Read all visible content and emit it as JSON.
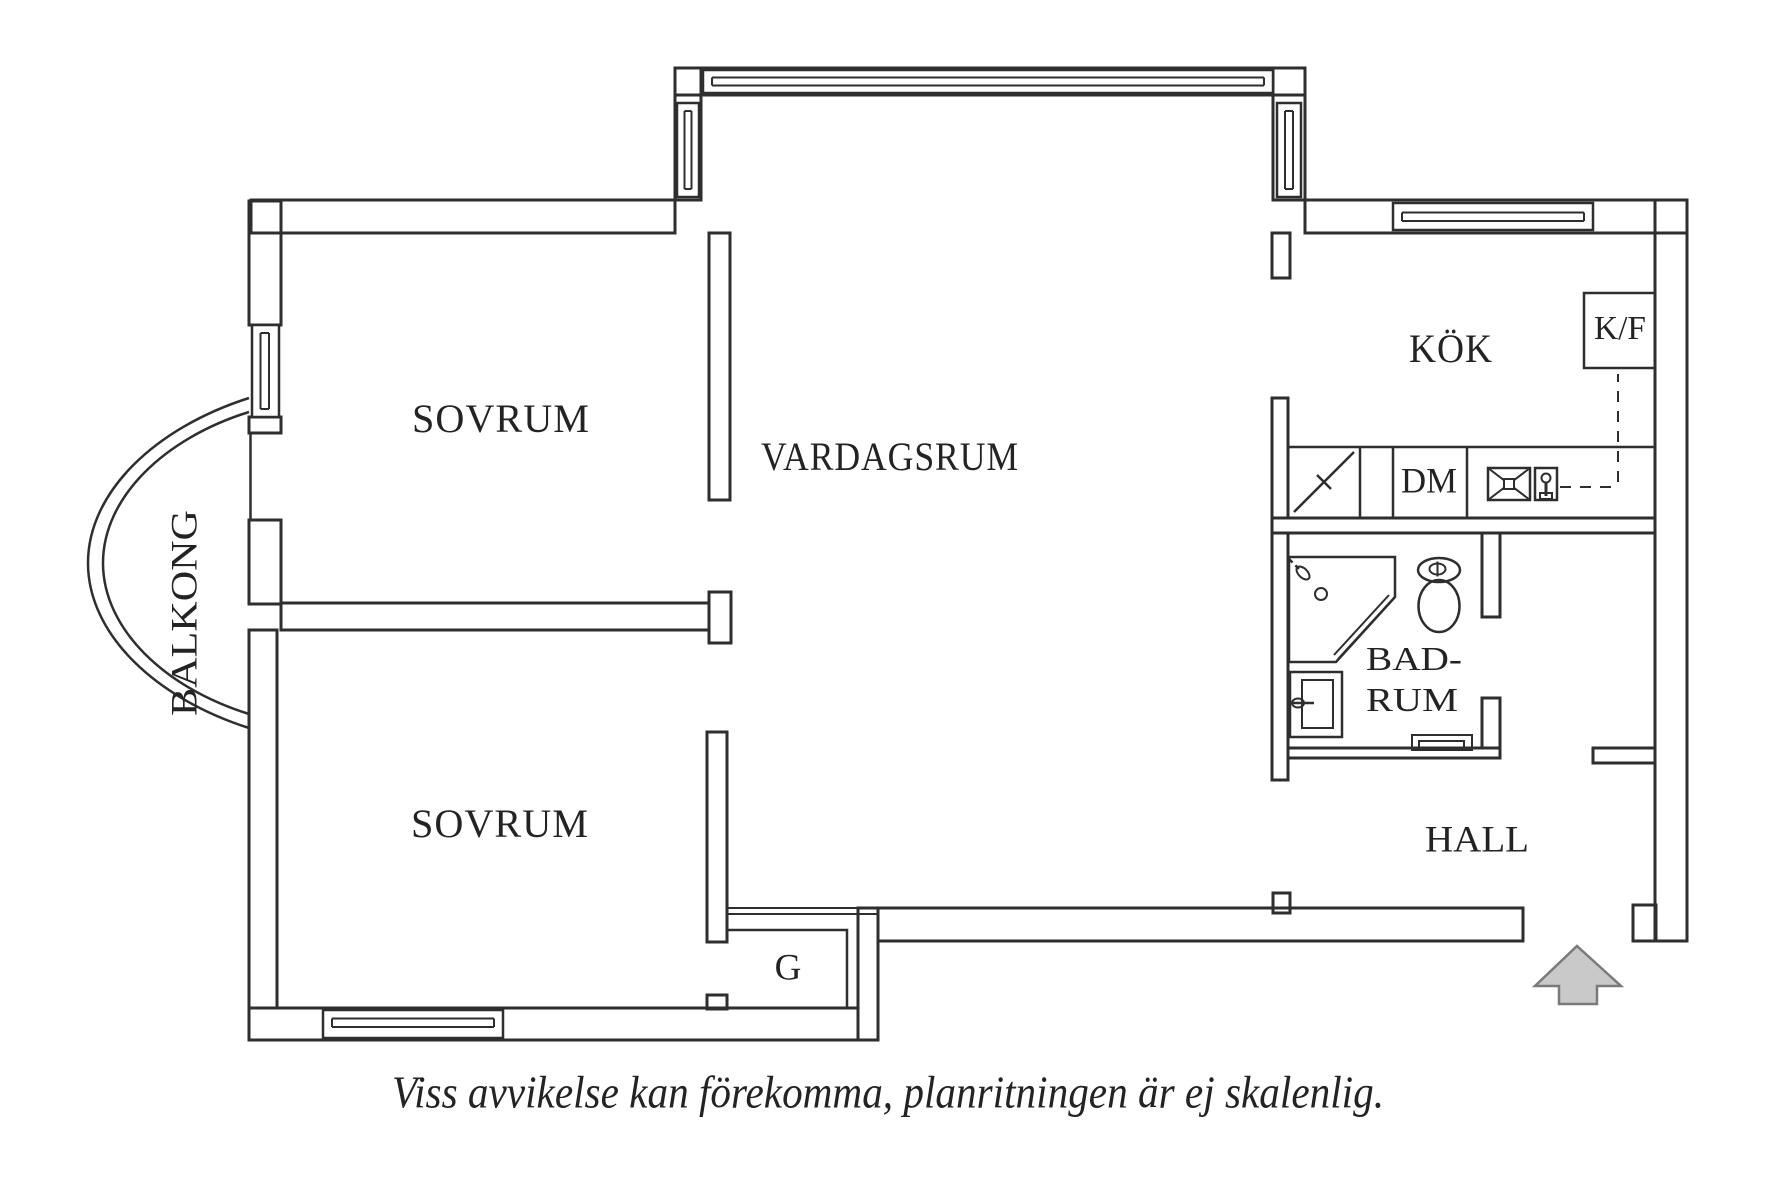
{
  "plan": {
    "rooms": {
      "bedroom1": "SOVRUM",
      "bedroom2": "SOVRUM",
      "living_room": "VARDAGSRUM",
      "kitchen": "KÖK",
      "bathroom_line1": "BAD-",
      "bathroom_line2": "RUM",
      "hall": "HALL",
      "balcony": "BALKONG",
      "wardrobe": "G"
    },
    "appliances": {
      "fridge_freezer": "K/F",
      "dishwasher": "DM"
    },
    "caption": "Viss avvikelse kan förekomma, planritningen är ej skalenlig.",
    "colors": {
      "line": "#2e2e2e",
      "background": "#ffffff",
      "arrow_fill": "#c9c9c9",
      "arrow_stroke": "#7a7a7a"
    }
  }
}
